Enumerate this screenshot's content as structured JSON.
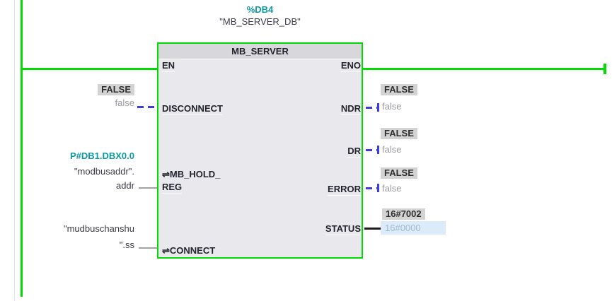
{
  "colors": {
    "wire_green": "#00dc00",
    "wire_blue": "#3b3be0",
    "teal_address": "#0c9aa6",
    "monitor_bg": "#d3d3d3",
    "edit_field_bg": "#dcebf9",
    "block_bg": "#e9e9ed",
    "block_title_bg": "#d8d8dc"
  },
  "instance": {
    "address": "%DB4",
    "name": "\"MB_SERVER_DB\""
  },
  "block": {
    "title": "MB_SERVER",
    "pins": {
      "en": "EN",
      "eno": "ENO",
      "disconnect": "DISCONNECT",
      "ndr": "NDR",
      "dr": "DR",
      "error": "ERROR",
      "status": "STATUS",
      "mb_hold_reg_line1": "⇌MB_HOLD_",
      "mb_hold_reg_line2": "REG",
      "connect": "⇌CONNECT"
    }
  },
  "operands": {
    "disconnect": {
      "monitor": "FALSE",
      "value": "false"
    },
    "mb_hold_reg": {
      "address": "P#DB1.DBX0.0",
      "tag_line1": "\"modbusaddr\".",
      "tag_line2": "addr"
    },
    "connect": {
      "tag_line1": "\"mudbuschanshu",
      "tag_line2": "\".ss"
    },
    "ndr": {
      "monitor": "FALSE",
      "value": "false"
    },
    "dr": {
      "monitor": "FALSE",
      "value": "false"
    },
    "error": {
      "monitor": "FALSE",
      "value": "false"
    },
    "status": {
      "monitor": "16#7002",
      "value": "16#0000"
    }
  }
}
